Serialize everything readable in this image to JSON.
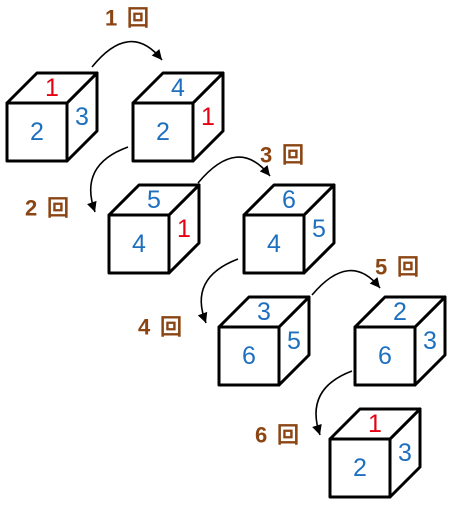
{
  "colors": {
    "blue": "#1f6fbf",
    "red": "#e60012",
    "brown": "#8b4513"
  },
  "unit": "回",
  "dice": [
    {
      "top": "1",
      "front": "2",
      "side": "3",
      "top_color": "red",
      "front_color": "blue",
      "side_color": "blue"
    },
    {
      "top": "4",
      "front": "2",
      "side": "1",
      "top_color": "blue",
      "front_color": "blue",
      "side_color": "red"
    },
    {
      "top": "5",
      "front": "4",
      "side": "1",
      "top_color": "blue",
      "front_color": "blue",
      "side_color": "red"
    },
    {
      "top": "6",
      "front": "4",
      "side": "5",
      "top_color": "blue",
      "front_color": "blue",
      "side_color": "blue"
    },
    {
      "top": "3",
      "front": "6",
      "side": "5",
      "top_color": "blue",
      "front_color": "blue",
      "side_color": "blue"
    },
    {
      "top": "2",
      "front": "6",
      "side": "3",
      "top_color": "blue",
      "front_color": "blue",
      "side_color": "blue"
    },
    {
      "top": "1",
      "front": "2",
      "side": "3",
      "top_color": "red",
      "front_color": "blue",
      "side_color": "blue"
    }
  ],
  "steps": [
    {
      "count": "1"
    },
    {
      "count": "2"
    },
    {
      "count": "3"
    },
    {
      "count": "4"
    },
    {
      "count": "5"
    },
    {
      "count": "6"
    }
  ]
}
